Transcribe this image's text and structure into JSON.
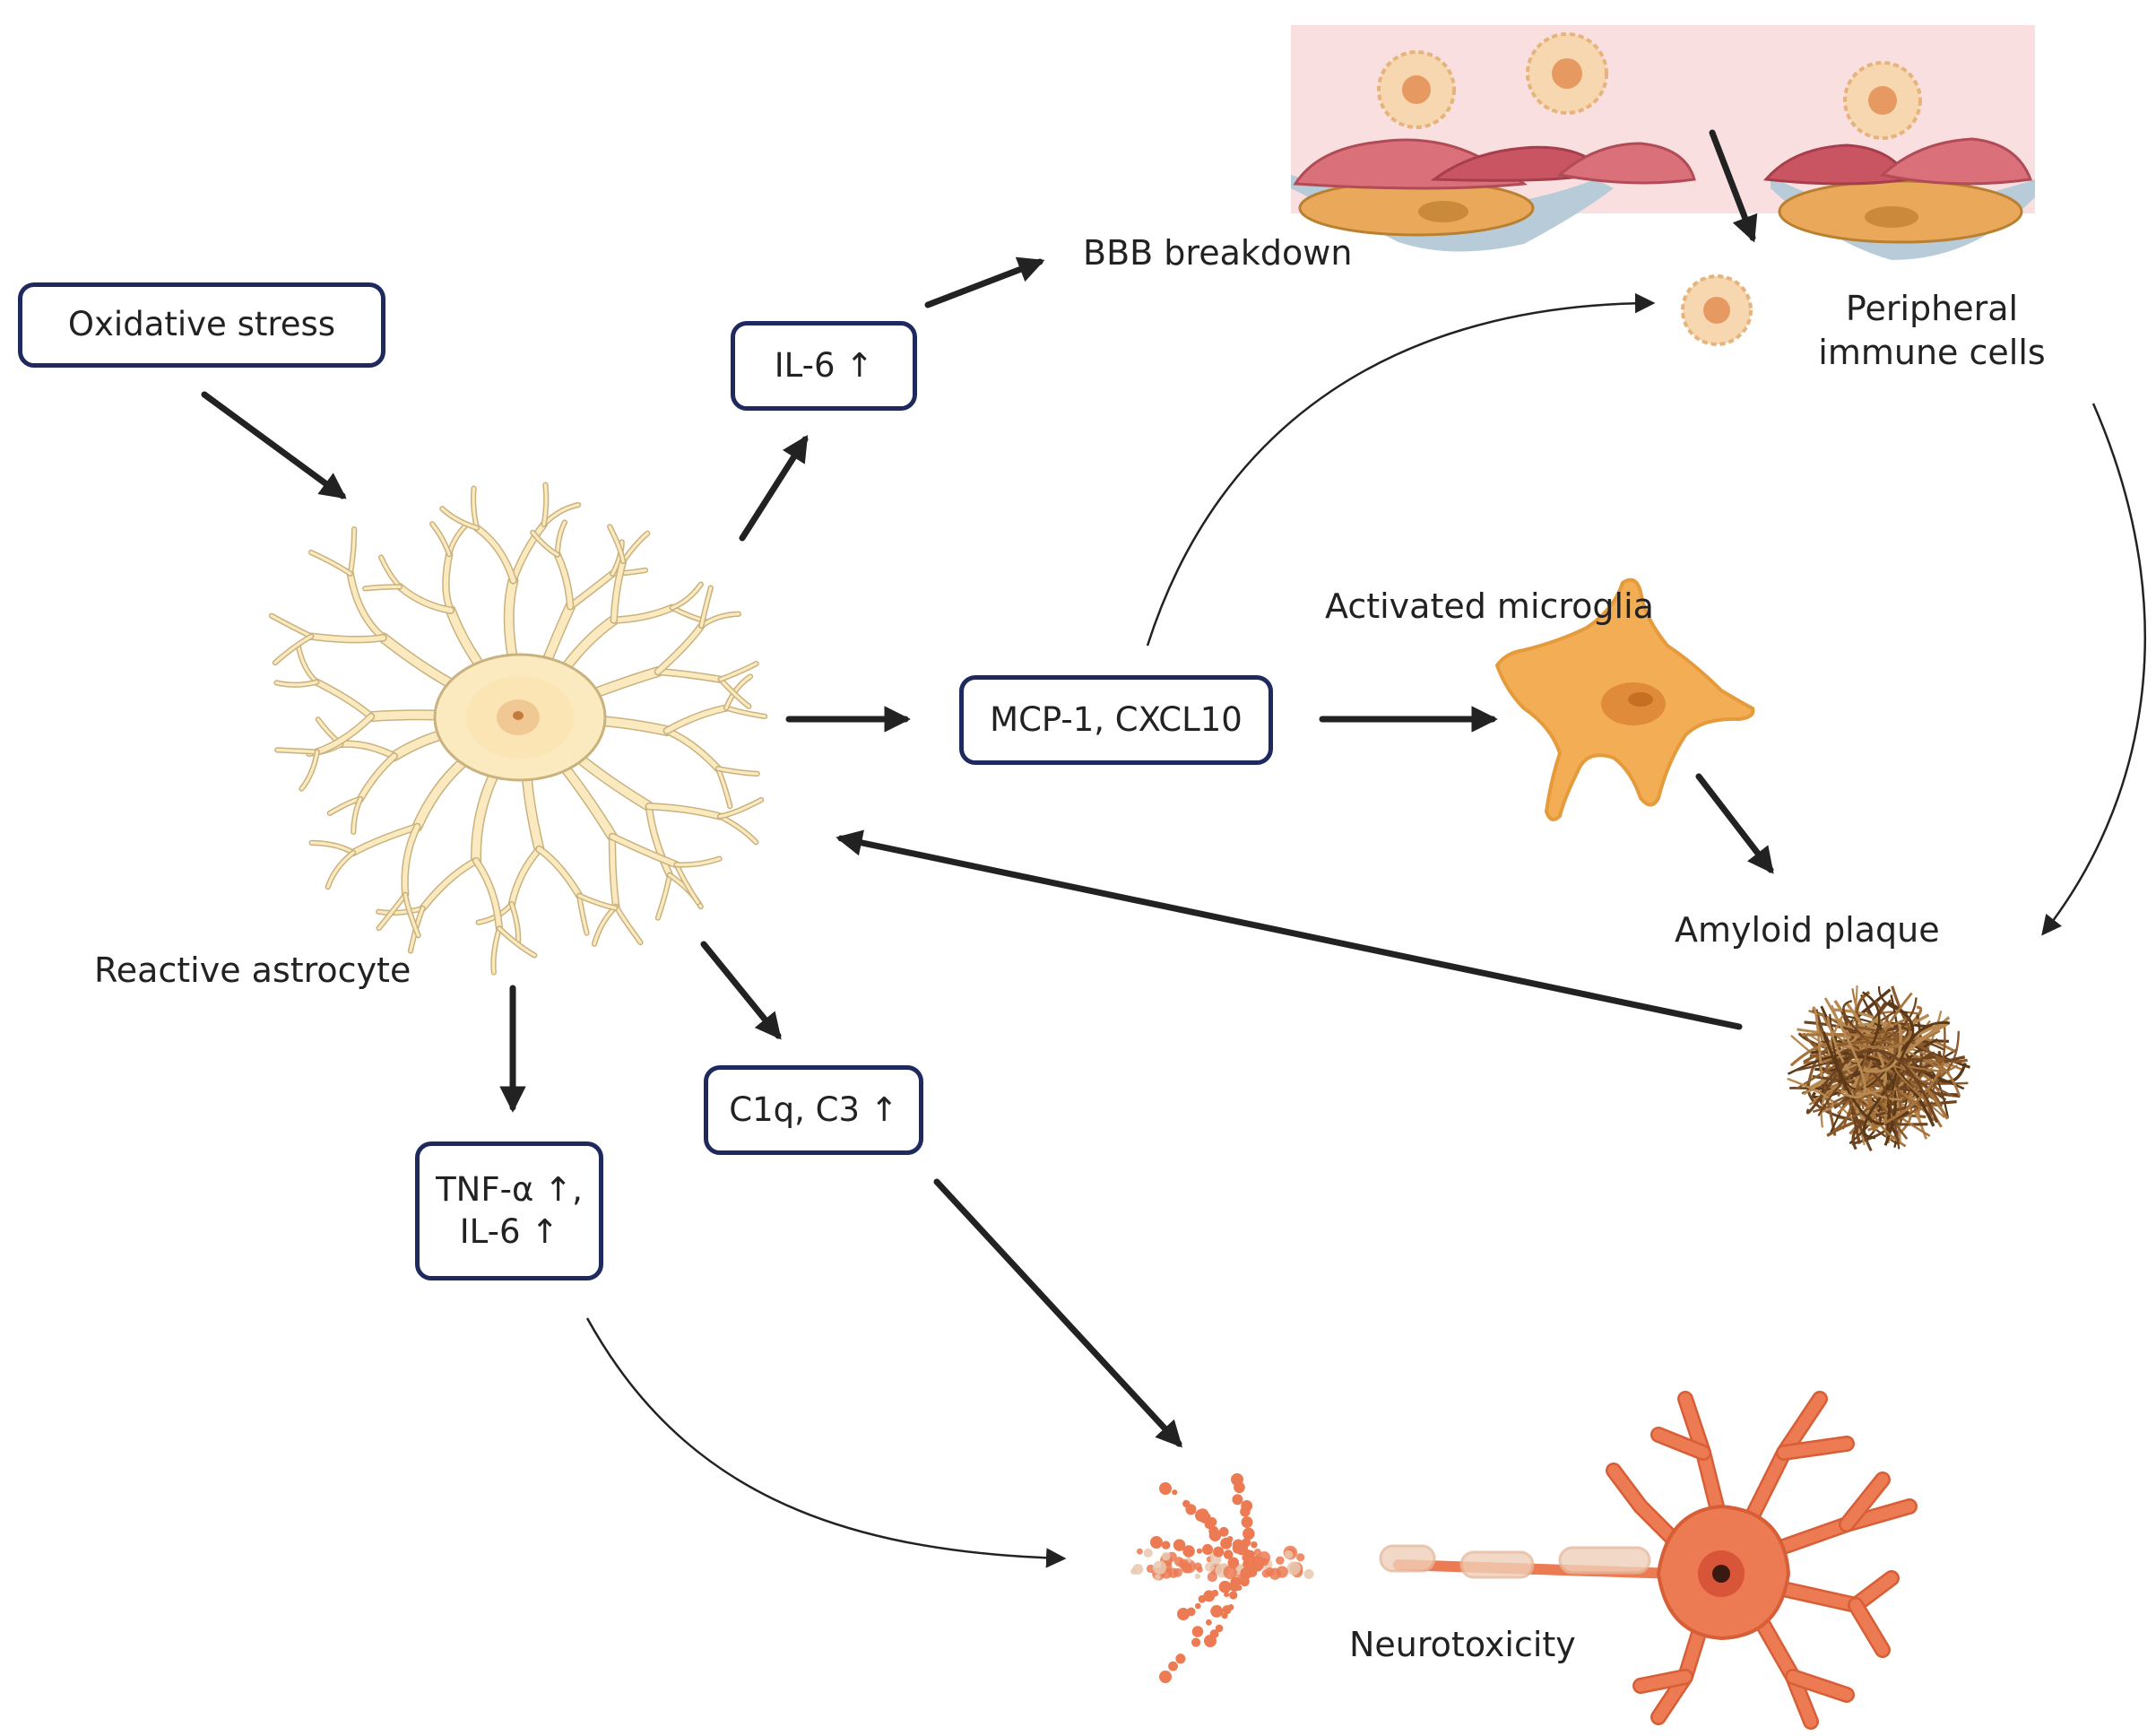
{
  "boxes": {
    "oxidative_stress": "Oxidative stress",
    "il6": "IL-6 ↑",
    "mcp1_cxcl10": "MCP-1, CXCL10",
    "c1q_c3": "C1q, C3 ↑",
    "tnf_il6": "TNF-α ↑,\nIL-6 ↑"
  },
  "labels": {
    "bbb_breakdown": "BBB breakdown",
    "peripheral_immune_cells_line1": "Peripheral",
    "peripheral_immune_cells_line2": "immune cells",
    "activated_microglia": "Activated microglia",
    "amyloid_plaque": "Amyloid plaque",
    "reactive_astrocyte": "Reactive astrocyte",
    "neurotoxicity": "Neurotoxicity"
  },
  "icons": {
    "astrocyte": "astrocyte-cell-icon",
    "microglia": "microglia-cell-icon",
    "neuron": "degenerating-neuron-icon",
    "plaque": "amyloid-plaque-icon",
    "bbb": "blood-brain-barrier-icon",
    "immune": "immune-cell-icon"
  },
  "colors": {
    "box_border": "#1e2a5e",
    "arrow": "#222222",
    "astrocyte_fill": "#fbeac0",
    "astrocyte_stroke": "#c9b27e",
    "microglia_fill": "#f3ae55",
    "neuron_fill": "#ec7a52",
    "plaque": "#8a5a2b",
    "vessel_bg": "#f9dfe0",
    "endothelial": "#d9707a",
    "pericyte": "#e9a85a",
    "basement": "#b7cbd8",
    "immune_fill": "#f6d7b0"
  }
}
